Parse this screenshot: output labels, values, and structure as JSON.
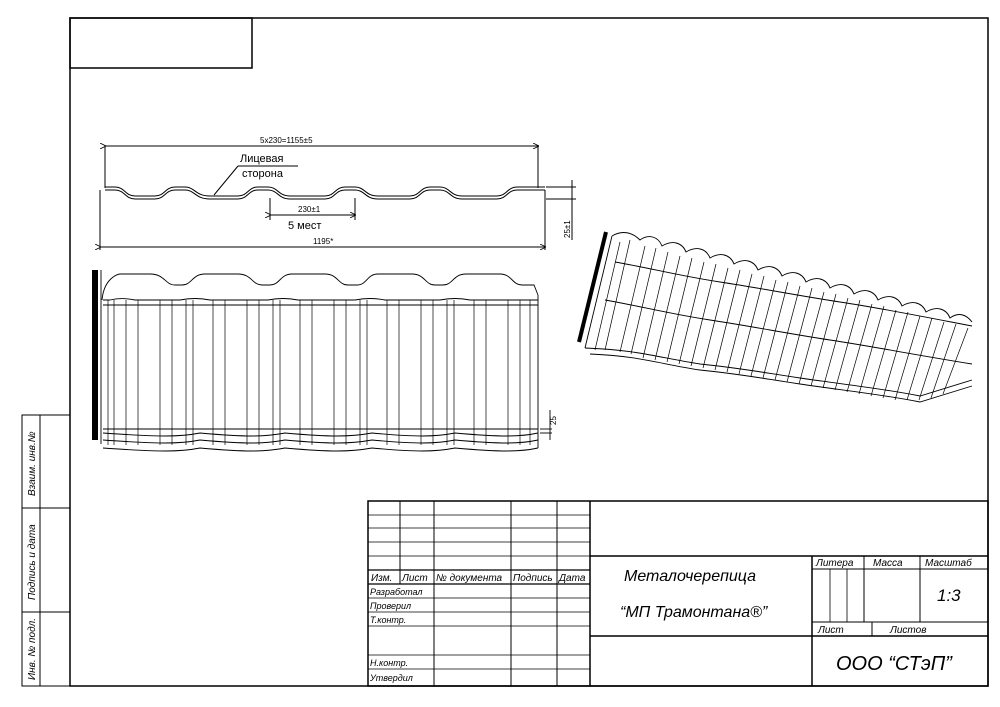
{
  "drawing": {
    "profile_dims": {
      "overall_pitch": "5x230=1155±5",
      "face_side_line1": "Лицевая",
      "face_side_line2": "сторона",
      "wave_pitch": "230±1",
      "places": "5 мест",
      "total_width": "1195*",
      "height": "25±1"
    },
    "plan_height": "25"
  },
  "side_stamps": {
    "vzaim": "Взаим. инв.№",
    "podpis": "Подпись и дата",
    "inv": "Инв. № подл."
  },
  "title_block": {
    "headers": {
      "izm": "Изм.",
      "list": "Лист",
      "doc": "№ документа",
      "sign": "Подпись",
      "date": "Дата"
    },
    "roles": {
      "razrab": "Разработал",
      "prover": "Проверил",
      "tkontr": "Т.контр.",
      "nkontr": "Н.контр.",
      "utverd": "Утвердил"
    },
    "product_line1": "Металочерепица",
    "product_line2": "“МП Трамонтана®”",
    "litera": "Литера",
    "massa": "Масса",
    "masshtab": "Масштаб",
    "scale": "1:3",
    "sheet": "Лист",
    "sheets": "Листов",
    "company": "ООО “СТэП”"
  }
}
